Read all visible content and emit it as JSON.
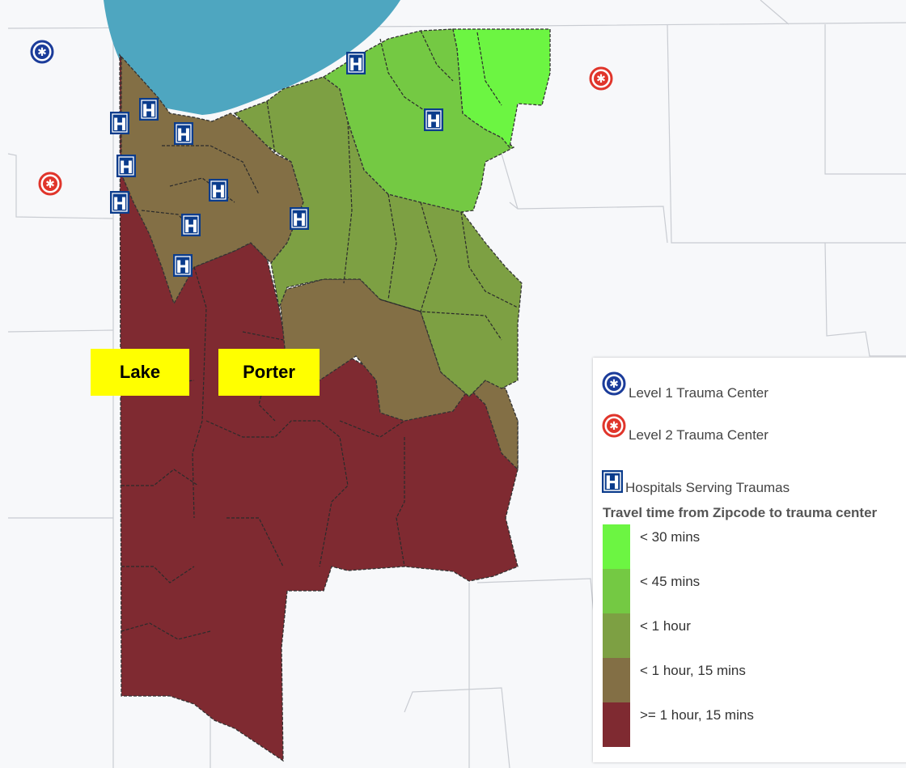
{
  "labels": {
    "lake": "Lake",
    "porter": "Porter"
  },
  "hospital_glyph": "H",
  "colors": {
    "lake_water": "#4ea6c0",
    "level1": "#1b3c9a",
    "level2": "#e0352b",
    "hospital": "#0b3c8c",
    "lt30": "#6cf542",
    "lt45": "#74c943",
    "lt60": "#7da043",
    "lt75": "#836f45",
    "ge75": "#7f2a31"
  },
  "legend": {
    "level1_label": "Level 1 Trauma Center",
    "level1_icon": "level1-trauma-icon",
    "level2_label": "Level 2 Trauma Center",
    "level2_icon": "level2-trauma-icon",
    "hospital_label": "Hospitals Serving Traumas",
    "hospital_icon": "hospital-icon",
    "title": "Travel time from Zipcode to trauma center",
    "bins": [
      {
        "label": "< 30 mins",
        "color": "#6cf542"
      },
      {
        "label": "< 45 mins",
        "color": "#74c943"
      },
      {
        "label": "< 1 hour",
        "color": "#7da043"
      },
      {
        "label": "< 1 hour, 15 mins",
        "color": "#836f45"
      },
      {
        "label": ">= 1 hour, 15 mins",
        "color": "#7f2a31"
      }
    ]
  }
}
